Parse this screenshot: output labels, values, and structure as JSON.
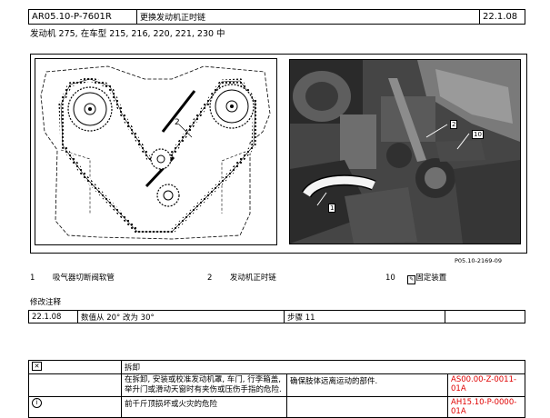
{
  "header": {
    "doc_id": "AR05.10-P-7601R",
    "title": "更换发动机正时链",
    "date": "22.1.08"
  },
  "subtitle": "发动机   275, 在车型 215, 216, 220, 221, 230 中",
  "figure": {
    "diagram_callout": "2",
    "photo_callouts": [
      "1",
      "2",
      "10"
    ],
    "figure_id": "P05.10-2169-09"
  },
  "legend": [
    {
      "num": "1",
      "text": "吸气器切断阀软管"
    },
    {
      "num": "2",
      "text": "发动机正时链"
    },
    {
      "num": "10",
      "text": "固定装置"
    }
  ],
  "revision": {
    "heading": "修改注释",
    "row": {
      "date": "22.1.08",
      "change": "数值从 20° 改为 30°",
      "step": "步骤 11"
    }
  },
  "warnings": {
    "section_label": "拆卸",
    "rows": [
      {
        "text": "在拆卸, 安装或校准发动机罩, 车门, 行李箱盖, 举升门或滑动天窗时有夹伤或压伤手指的危险.",
        "measure": "确保肢体远离运动的部件.",
        "ref": "AS00.00-Z-0011-01A"
      },
      {
        "text": "前千斤顶损坏或火灾的危险",
        "measure": "",
        "ref": "AH15.10-P-0000-01A"
      }
    ]
  },
  "colors": {
    "ref_link": "#e00000"
  }
}
